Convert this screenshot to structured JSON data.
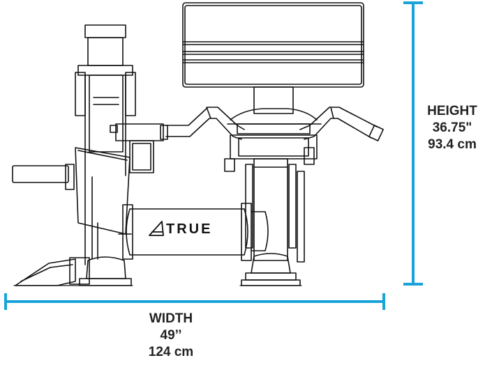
{
  "brand": {
    "logo_text": "TRUE"
  },
  "height": {
    "title": "HEIGHT",
    "imperial": "36.75\"",
    "metric": "93.4 cm"
  },
  "width": {
    "title": "WIDTH",
    "imperial": "49’’",
    "metric": "124 cm"
  },
  "colors": {
    "dimension_line": "#1aa3d9",
    "outline": "#111111",
    "label_text": "#222222"
  }
}
